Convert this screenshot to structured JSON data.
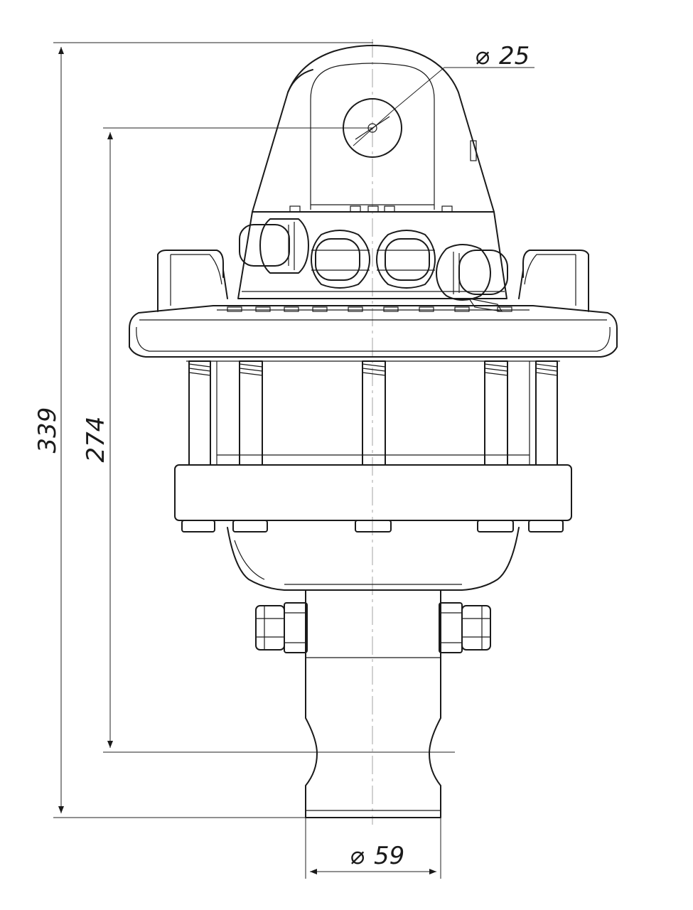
{
  "dimensions": {
    "overall_height": "339",
    "reference_height": "274",
    "pin_diameter": "25",
    "shaft_diameter": "59",
    "diameter_symbol": "⌀"
  }
}
